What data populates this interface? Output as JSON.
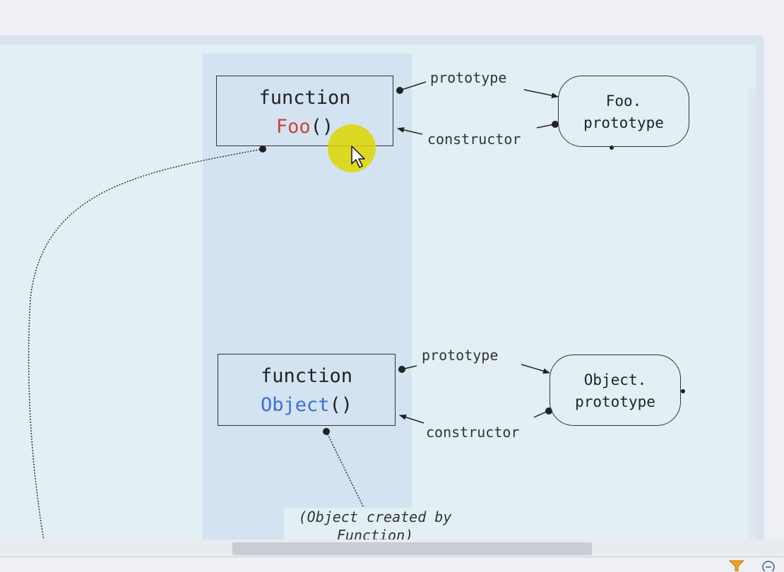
{
  "diagram": {
    "foo_box": {
      "keyword": "function",
      "name": "Foo",
      "parens": "()"
    },
    "object_box": {
      "keyword": "function",
      "name": "Object",
      "parens": "()"
    },
    "foo_prototype_box": {
      "line1": "Foo.",
      "line2": "prototype"
    },
    "object_prototype_box": {
      "line1": "Object.",
      "line2": "prototype"
    },
    "labels": {
      "foo_prototype": "prototype",
      "foo_constructor": "constructor",
      "object_prototype": "prototype",
      "object_constructor": "constructor"
    },
    "note": {
      "line1": "(Object created by",
      "line2": "Function)"
    }
  },
  "colors": {
    "foo_name": "#c9453a",
    "object_name": "#3d6fd8",
    "highlight_column": "#d3e3f1",
    "canvas": "#e2eff5",
    "cursor_highlight": "#ddd600"
  },
  "icons": {
    "cursor": "mouse-pointer-icon",
    "filter": "filter-icon",
    "zoom_out": "zoom-out-icon"
  }
}
